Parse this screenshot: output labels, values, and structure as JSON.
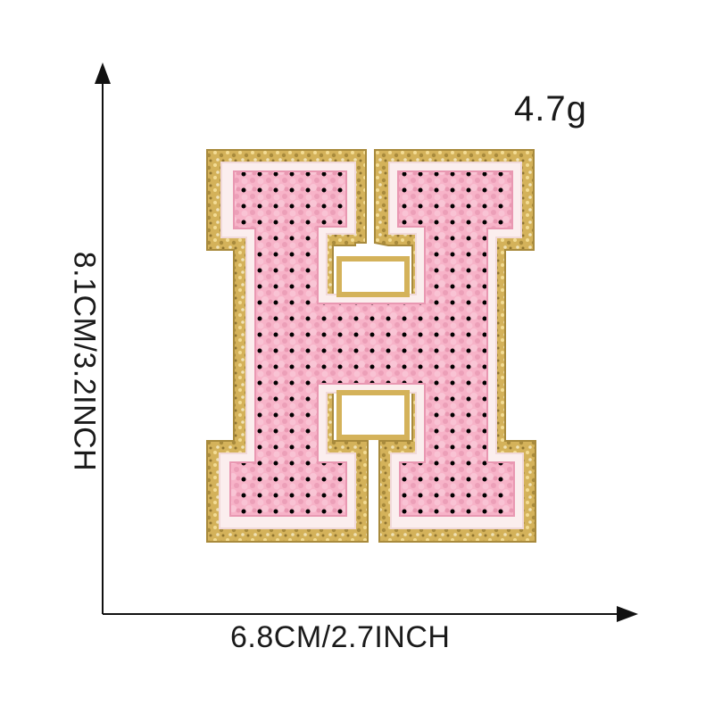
{
  "image": {
    "subject": "pink-chenille-letter-patch-H",
    "background": "#ffffff"
  },
  "labels": {
    "weight": "4.7g",
    "width": "6.8CM/2.7INCH",
    "height": "8.1CM/3.2INCH"
  },
  "colors": {
    "axis": "#111111",
    "gold_glitter": "#d4b25a",
    "gold_dark": "#a88a3c",
    "felt_white": "#fbeeee",
    "chenille_pink": "#f7b3c8",
    "chenille_shadow": "#e998b2"
  }
}
